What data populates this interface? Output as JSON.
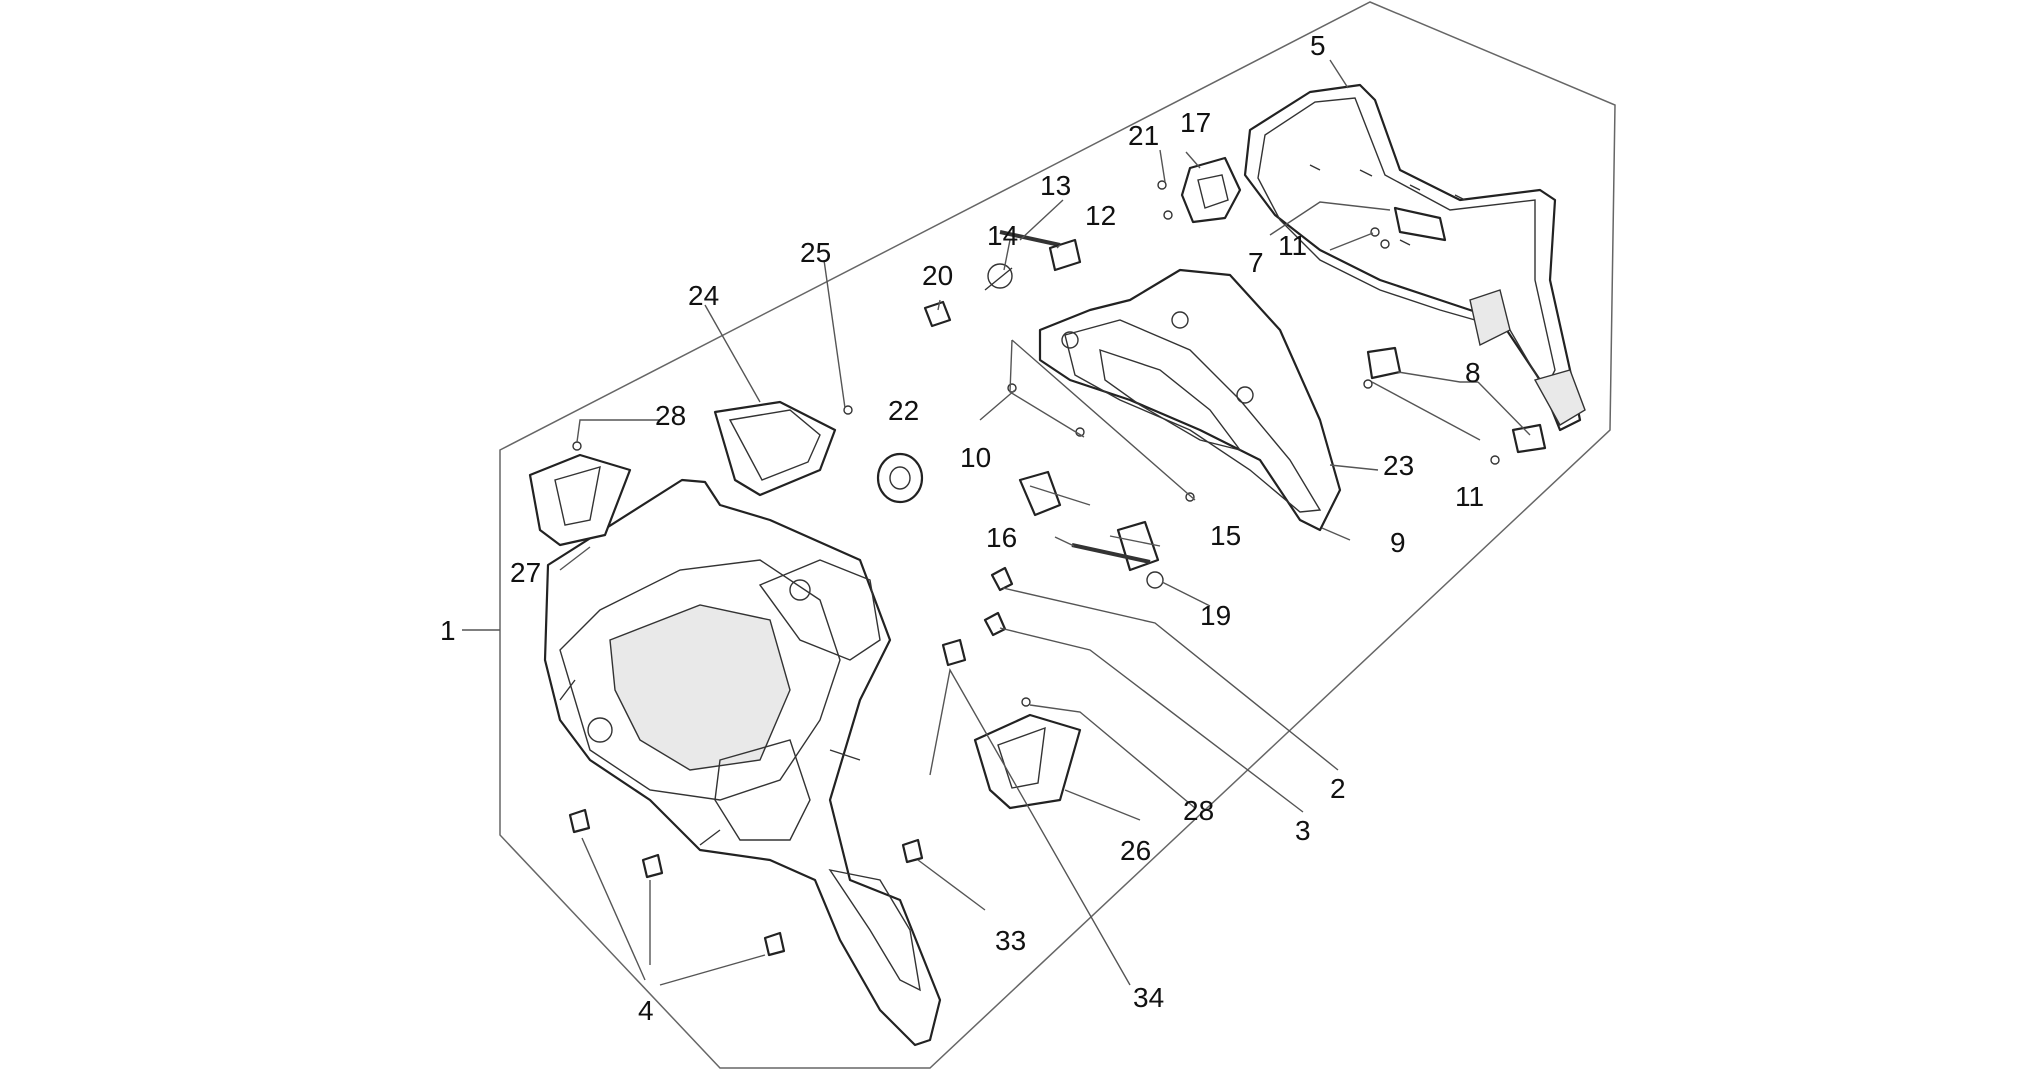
{
  "diagram": {
    "callouts": {
      "c1": "1",
      "c2": "2",
      "c3": "3",
      "c4": "4",
      "c5": "5",
      "c7": "7",
      "c8": "8",
      "c9": "9",
      "c10": "10",
      "c11a": "11",
      "c11b": "11",
      "c12": "12",
      "c13": "13",
      "c14": "14",
      "c15": "15",
      "c16": "16",
      "c17": "17",
      "c19": "19",
      "c20": "20",
      "c21": "21",
      "c22": "22",
      "c23": "23",
      "c24": "24",
      "c25": "25",
      "c26": "26",
      "c27": "27",
      "c28a": "28",
      "c28b": "28",
      "c33": "33",
      "c34": "34"
    }
  }
}
